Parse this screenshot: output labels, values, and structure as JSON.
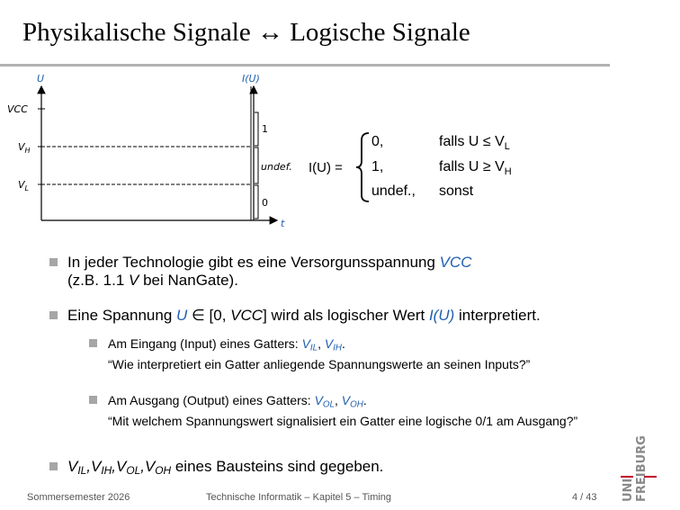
{
  "title": "Physikalische Signale ↔ Logische Signale",
  "diagram": {
    "axis_u": "U",
    "axis_iu": "I(U)",
    "axis_t": "t",
    "vcc": "VCC",
    "vh": "V",
    "vh_sub": "H",
    "vl": "V",
    "vl_sub": "L",
    "brace_1": "1",
    "brace_undef": "undef.",
    "brace_0": "0"
  },
  "formula": {
    "lhs": "I(U) =",
    "cases": [
      {
        "value": "0,",
        "cond_text": "falls U ≤ V",
        "cond_sub": "L"
      },
      {
        "value": "1,",
        "cond_text": "falls U ≥ V",
        "cond_sub": "H"
      },
      {
        "value": "undef.,",
        "cond_text": "sonst",
        "cond_sub": ""
      }
    ]
  },
  "bullets": {
    "b1_a": "In jeder Technologie gibt es eine Versorgunsspannung ",
    "b1_vcc": "VCC",
    "b1_b": "(z.B. 1.1 ",
    "b1_v": "V",
    "b1_c": " bei NanGate).",
    "b2_a": "Eine Spannung ",
    "b2_u": "U",
    "b2_b": " ∈ [0, ",
    "b2_vcc": "VCC",
    "b2_c": "] wird als logischer Wert ",
    "b2_iu": "I(U)",
    "b2_d": " interpretiert.",
    "s1_a": "Am Eingang (Input) eines Gatters: ",
    "s1_v1": "V",
    "s1_v1sub": "IL",
    "s1_sep": ", ",
    "s1_v2": "V",
    "s1_v2sub": "IH",
    "s1_end": ".",
    "s1_quote": "“Wie interpretiert ein Gatter anliegende Spannungswerte an seinen Inputs?”",
    "s2_a": "Am Ausgang (Output) eines Gatters: ",
    "s2_v1": "V",
    "s2_v1sub": "OL",
    "s2_sep": ", ",
    "s2_v2": "V",
    "s2_v2sub": "OH",
    "s2_end": ".",
    "s2_quote": "“Mit welchem Spannungswert signalisiert ein Gatter eine logische 0/1 am Ausgang?”",
    "b3_v": "V",
    "b3_sub1": "IL",
    "b3_sub2": "IH",
    "b3_sub3": "OL",
    "b3_sub4": "OH",
    "b3_comma": ",",
    "b3_rest": " eines Bausteins sind gegeben."
  },
  "footer": {
    "left": "Sommersemester 2026",
    "center": "Technische Informatik –  Kapitel 5 – Timing",
    "page": "4 / 43"
  },
  "logo": {
    "line1": "UNI",
    "line2": "FREIBURG"
  },
  "colors": {
    "accent": "#1f5fad",
    "rule": "#b2b2b2",
    "logo_red": "#c1002a"
  }
}
